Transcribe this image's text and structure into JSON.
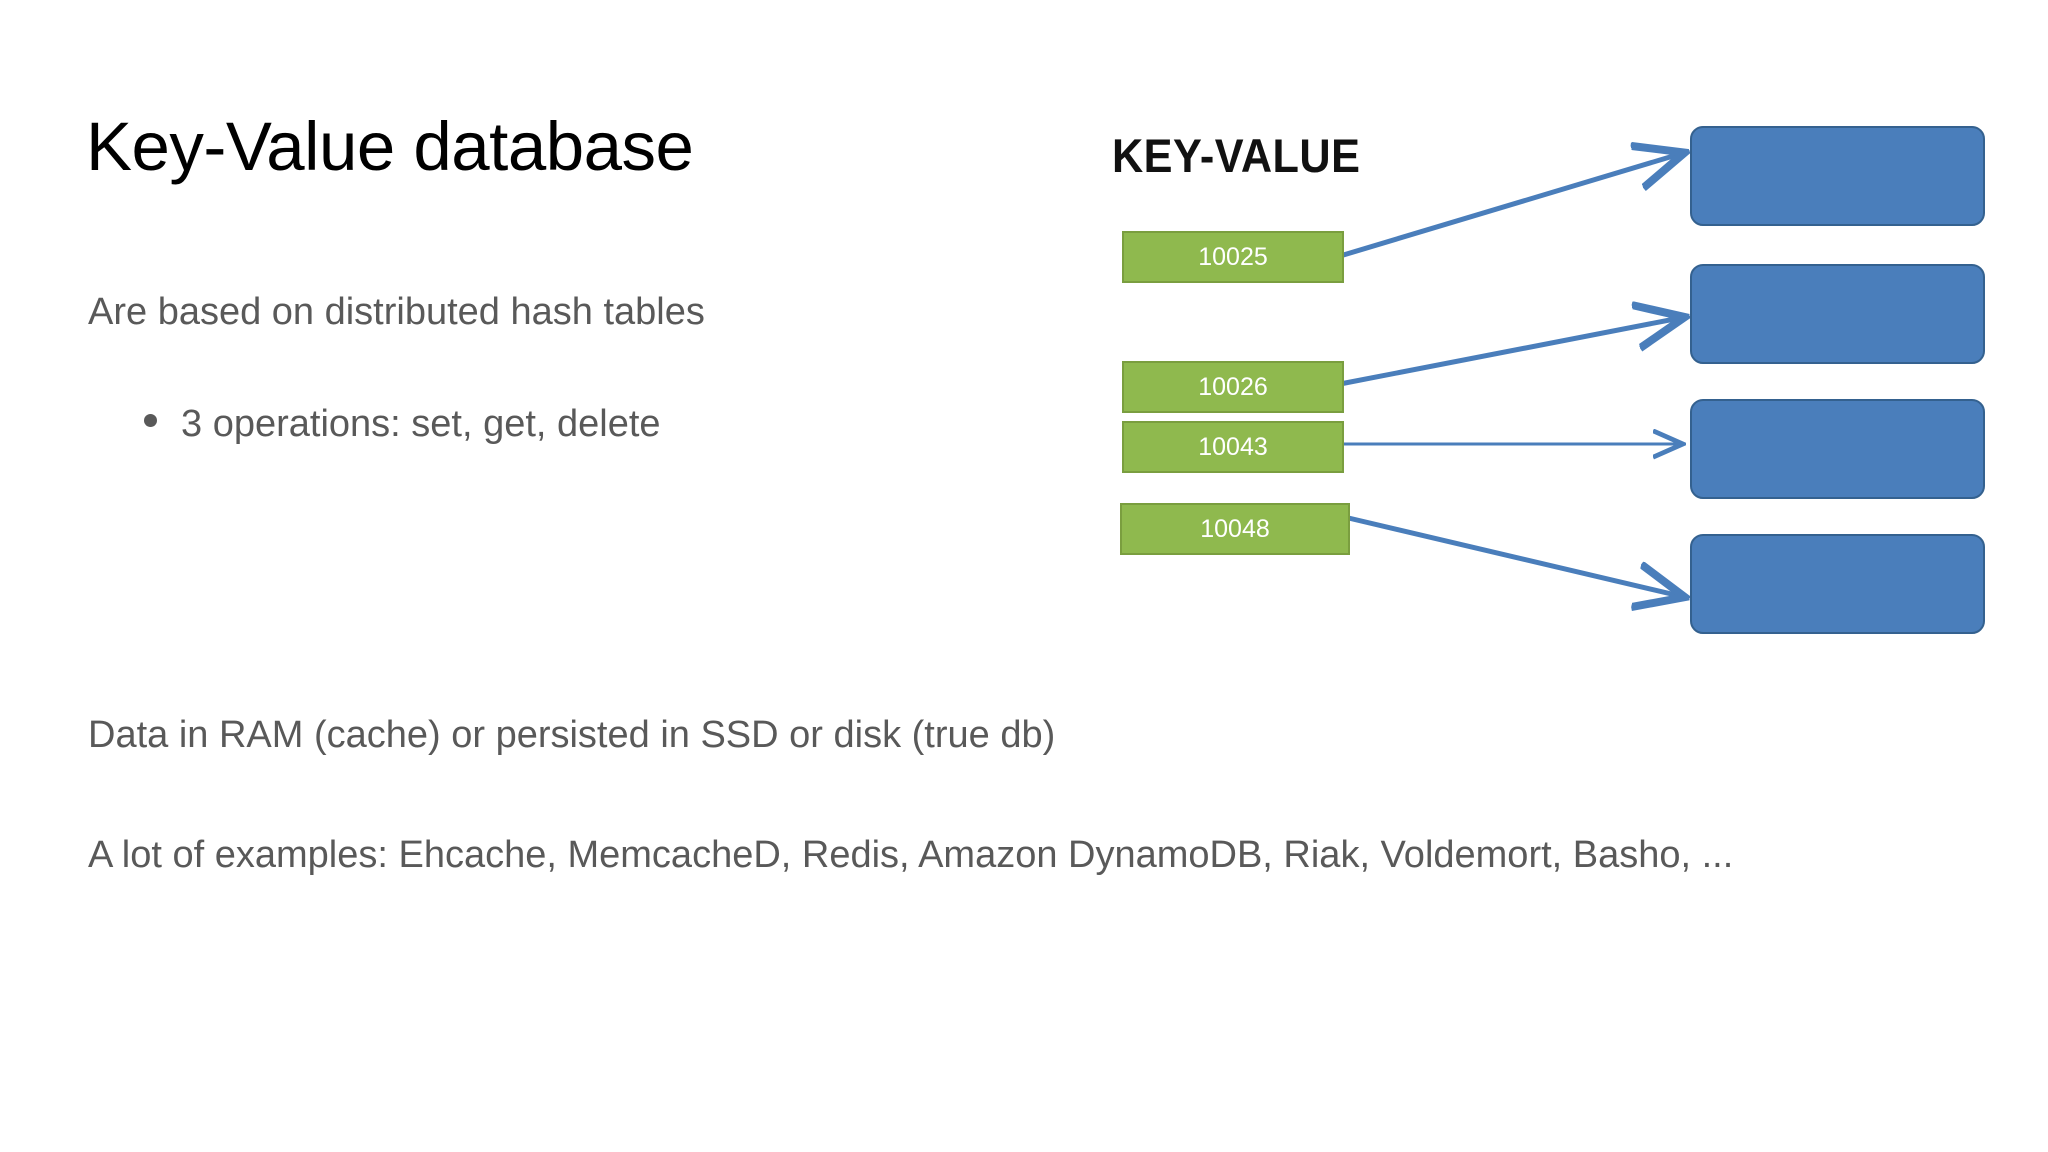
{
  "slide": {
    "title": "Key-Value database",
    "lead": "Are based on distributed hash tables",
    "bullet": "3 operations: set, get, delete",
    "storage": "Data in RAM (cache) or persisted in SSD or disk (true db)",
    "examples": "A lot of examples: Ehcache, MemcacheD, Redis, Amazon DynamoDB, Riak, Voldemort, Basho, ..."
  },
  "diagram": {
    "heading": "KEY-VALUE",
    "keys": [
      {
        "label": "10025"
      },
      {
        "label": "10026"
      },
      {
        "label": "10043"
      },
      {
        "label": "10048"
      }
    ],
    "values": [
      {
        "label": ""
      },
      {
        "label": ""
      },
      {
        "label": ""
      },
      {
        "label": ""
      }
    ],
    "mapping": [
      {
        "from": "10025",
        "to": 1
      },
      {
        "from": "10026",
        "to": 2
      },
      {
        "from": "10043",
        "to": 3
      },
      {
        "from": "10048",
        "to": 4
      }
    ]
  },
  "colors": {
    "title": "#000000",
    "body_text": "#595959",
    "key_fill": "#8FB94E",
    "key_border": "#7A9E3F",
    "key_text": "#FFFFFF",
    "value_fill": "#4A7EBB",
    "value_border": "#34618F",
    "arrow": "#4A7EBB",
    "background": "#FFFFFF"
  }
}
